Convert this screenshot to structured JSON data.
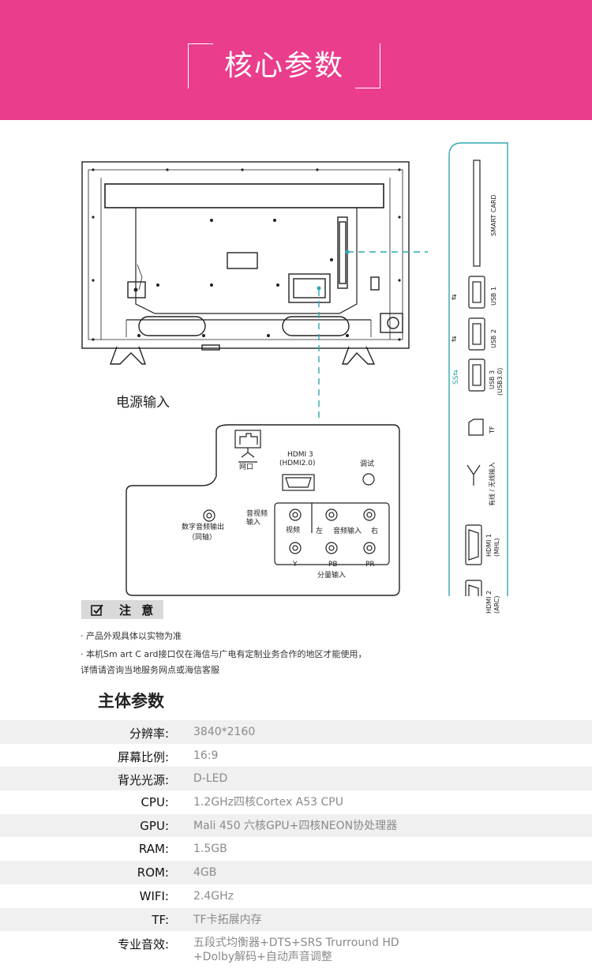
{
  "banner": {
    "title": "核心参数"
  },
  "diagram": {
    "power_label": "电源输入",
    "side_panel": {
      "smart_card": "SMART CARD",
      "usb1": "USB 1",
      "usb2": "USB 2",
      "usb3": "USB 3",
      "usb3_sub": "(USB3.0)",
      "tf": "TF",
      "antenna": "有线 / 无线输入",
      "hdmi1": "HDMI 1",
      "hdmi1_sub": "(MHL)",
      "hdmi2": "HDMI 2",
      "hdmi2_sub": "(ARC)"
    },
    "bottom_panel": {
      "lan": "网口",
      "hdmi3": "HDMI 3",
      "hdmi3_sub": "(HDMI2.0)",
      "debug": "调试",
      "digital_audio": "数字音频输出",
      "digital_audio_sub": "（同轴）",
      "av_input": "音视频",
      "av_input_2": "输入",
      "video": "视频",
      "left": "左",
      "audio_input": "音频输入",
      "right": "右",
      "y": "Y",
      "pb": "PB",
      "pr": "PR",
      "component": "分量输入"
    }
  },
  "notes": {
    "title": "注 意",
    "lines": [
      "· 产品外观具体以实物为准",
      "· 本机Sm art C ard接口仅在海信与广电有定制业务合作的地区才能使用，",
      "   详情请咨询当地服务网点或海信客服"
    ]
  },
  "specs": {
    "title": "主体参数",
    "rows": [
      {
        "label": "分辨率:",
        "value": "3840*2160"
      },
      {
        "label": "屏幕比例:",
        "value": "16:9"
      },
      {
        "label": "背光光源:",
        "value": "D-LED"
      },
      {
        "label": "CPU:",
        "value": "1.2GHz四核Cortex A53 CPU"
      },
      {
        "label": "GPU:",
        "value": "Mali 450 六核GPU+四核NEON协处理器"
      },
      {
        "label": "RAM:",
        "value": "1.5GB"
      },
      {
        "label": "ROM:",
        "value": "4GB"
      },
      {
        "label": "WIFI:",
        "value": "2.4GHz"
      },
      {
        "label": "TF:",
        "value": "TF卡拓展内存"
      },
      {
        "label": "专业音效:",
        "value": "五段式均衡器+DTS+SRS Trurround HD",
        "value2": "+Dolby解码+自动声音调整"
      }
    ]
  }
}
